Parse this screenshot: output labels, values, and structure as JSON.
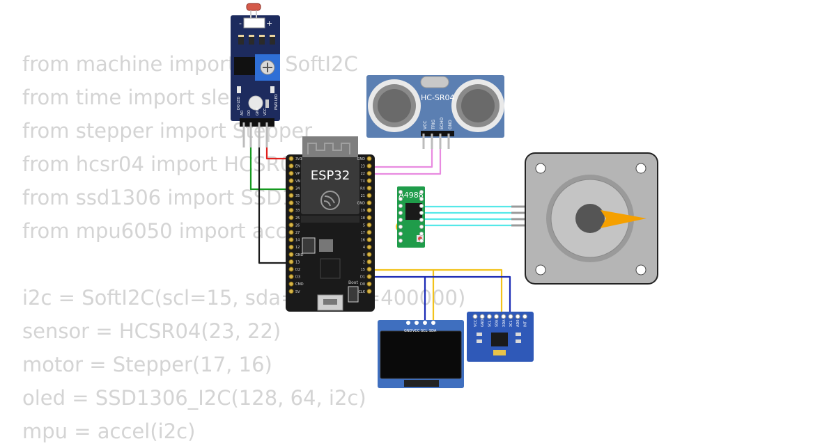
{
  "code_lines": [
    "from machine import Pin, SoftI2C",
    "from time import sleep",
    "from stepper import Stepper",
    "from hcsr04 import HCSR04",
    "from ssd1306 import SSD1306_I2C",
    "from mpu6050 import accel",
    "",
    "i2c = SoftI2C(scl=15, sda=4, freq=400000)",
    "sensor = HCSR04(23, 22)",
    "motor = Stepper(17, 16)",
    "oled = SSD1306_I2C(128, 64, i2c)",
    "mpu = accel(i2c)"
  ],
  "esp32": {
    "label": "ESP32",
    "pins_left": [
      "3V3",
      "EN",
      "VP",
      "VN",
      "34",
      "35",
      "32",
      "33",
      "25",
      "26",
      "27",
      "14",
      "12",
      "GND",
      "13",
      "D2",
      "D3",
      "CMD",
      "5V"
    ],
    "pins_right": [
      "GND",
      "23",
      "22",
      "TX",
      "RX",
      "21",
      "GND",
      "19",
      "18",
      "5",
      "17",
      "16",
      "4",
      "0",
      "2",
      "15",
      "D1",
      "D0",
      "CLK"
    ],
    "button_label": "Boot"
  },
  "ldr": {
    "pins": [
      "AO",
      "DO",
      "GND",
      "VCC"
    ],
    "leds": [
      "DO LED",
      "PWR LED"
    ]
  },
  "hcsr04": {
    "label": "HC-SR04",
    "pins": [
      "VCC",
      "TRIG",
      "ECHO",
      "GND"
    ]
  },
  "a4988": {
    "label": "A4988"
  },
  "oled": {
    "pins": [
      "GND",
      "VCC",
      "SCL",
      "SDA"
    ]
  },
  "mpu": {
    "pins": [
      "VCC",
      "GND",
      "SCL",
      "SDA",
      "XDA",
      "XCL",
      "AD0",
      "INT"
    ]
  },
  "colors": {
    "ldr_board": "#1d2b5e",
    "potentiometer": "#2f6fd6",
    "sonar_board": "#5b7fb2",
    "esp32_board": "#1a1a1a",
    "esp32_module": "#3a3a3a",
    "a4988_board": "#1f9c4a",
    "motor_body": "#b5b5b5",
    "motor_indicator": "#f5a000",
    "oled_board": "#3f6fbf",
    "mpu_board": "#2f59b8",
    "wire_red": "#e0201c",
    "wire_green": "#15991f",
    "wire_black": "#1a1a1a",
    "wire_pink": "#e88ae0",
    "wire_cyan": "#55e8e8",
    "wire_yellow": "#f2c21a",
    "wire_blue": "#1a2ab5"
  }
}
